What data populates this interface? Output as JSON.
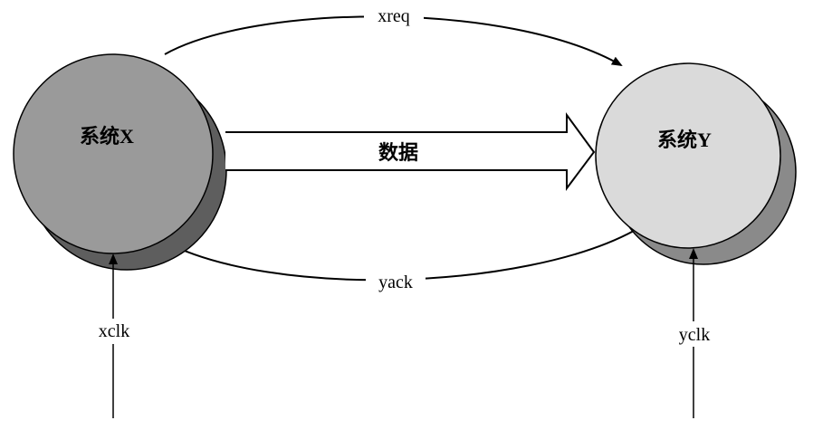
{
  "nodes": {
    "x": {
      "label": "系统X",
      "fill": "#9a9a9a",
      "shadow": "#5e5e5e"
    },
    "y": {
      "label": "系统Y",
      "fill": "#dadada",
      "shadow": "#8a8a8a"
    }
  },
  "signals": {
    "xreq": "xreq",
    "yack": "yack",
    "data": "数据",
    "xclk": "xclk",
    "yclk": "yclk"
  }
}
